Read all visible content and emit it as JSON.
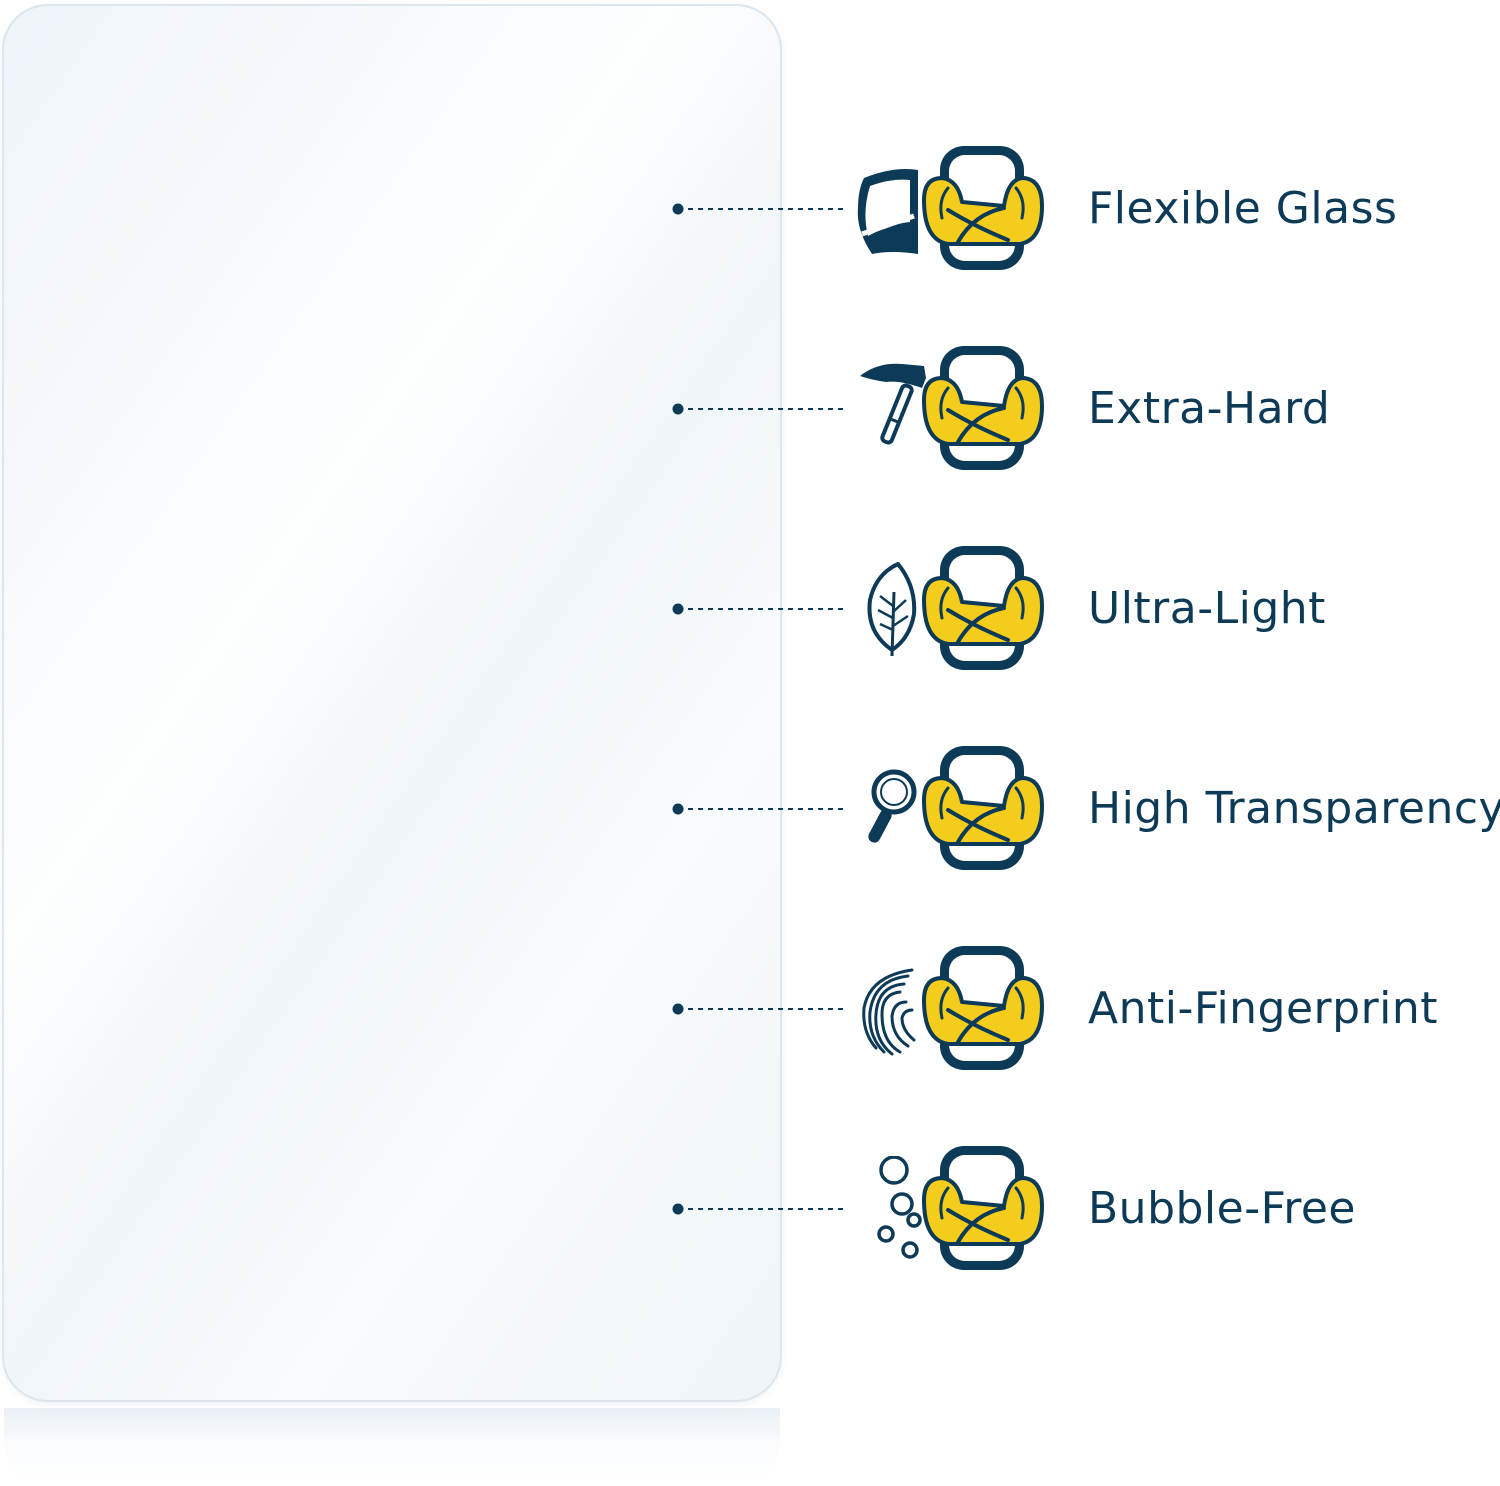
{
  "colors": {
    "navy": "#0d3a57",
    "yellow": "#f4cc1c",
    "yellow_shade": "#d9ac0e",
    "white": "#ffffff"
  },
  "features": [
    {
      "label": "Flexible Glass",
      "icon": "flexible-glass-icon"
    },
    {
      "label": "Extra-Hard",
      "icon": "hammer-icon"
    },
    {
      "label": "Ultra-Light",
      "icon": "feather-icon"
    },
    {
      "label": "High Transparency",
      "icon": "magnifier-icon"
    },
    {
      "label": "Anti-Fingerprint",
      "icon": "fingerprint-icon"
    },
    {
      "label": "Bubble-Free",
      "icon": "bubbles-icon"
    }
  ]
}
